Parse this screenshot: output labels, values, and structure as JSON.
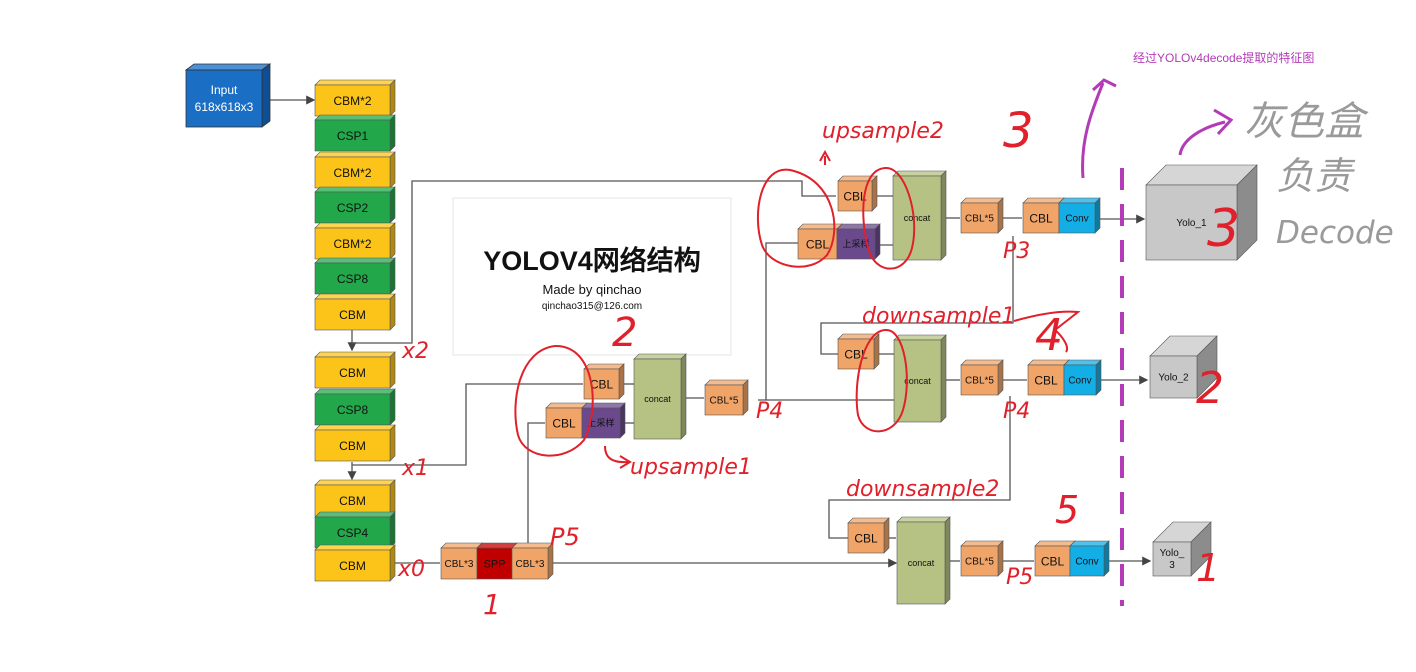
{
  "title": {
    "main": "YOLOV4网络结构",
    "author": "Made by qinchao",
    "email": "qinchao315@126.com"
  },
  "backbone": {
    "input": [
      "Input",
      "618x618x3"
    ],
    "blocks": [
      "CBM*2",
      "CSP1",
      "CBM*2",
      "CSP2",
      "CBM*2",
      "CSP8",
      "CBM",
      "CBM",
      "CSP8",
      "CBM",
      "CBM",
      "CSP4",
      "CBM"
    ]
  },
  "neck": {
    "cbl": "CBL",
    "cbl3": "CBL*3",
    "cbl5": "CBL*5",
    "spp": "SPP",
    "concat": "concat",
    "upsample": "上采样",
    "conv": "Conv"
  },
  "outputs": [
    "Yolo_1",
    "Yolo_2",
    "Yolo_3"
  ],
  "annotations": {
    "decode_caption": "经过YOLOv4decode提取的特征图",
    "gray_note": [
      "灰色盒",
      "负责",
      "Decode"
    ],
    "upsample2": "upsample2",
    "upsample1": "upsample1",
    "downsample1": "downsample1",
    "downsample2": "downsample2",
    "x2": "x2",
    "x1": "x1",
    "x0": "x0",
    "p3": "P3",
    "p4_mid": "P4",
    "p4": "P4",
    "p5": "P5",
    "p5_right": "P5",
    "n1": "1",
    "n2": "2",
    "n3": "3",
    "n4": "4",
    "n5": "5",
    "yolo_n3": "3",
    "yolo_n2": "2",
    "yolo_n1": "1"
  },
  "colors": {
    "input_blue": "#1a6fc4",
    "cbm_yellow": "#fcc419",
    "csp_green": "#22a84a",
    "cbl_orange": "#f0a468",
    "spp_red": "#c00000",
    "upsample_purple": "#6a4a8c",
    "concat_olive": "#b5c283",
    "conv_cyan": "#14aee6",
    "yolo_gray": "#c8c8c8",
    "ink_red": "#e0202a",
    "ink_purple": "#b33bb8",
    "ink_gray": "#9a9a9a"
  }
}
